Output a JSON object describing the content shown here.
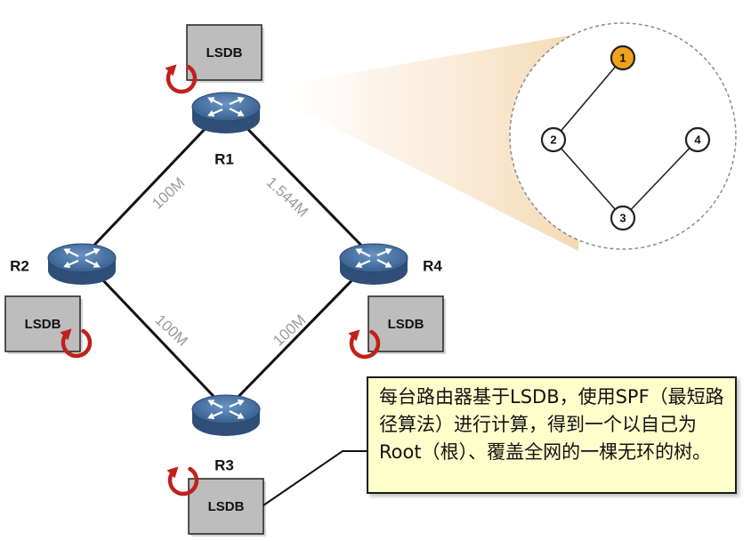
{
  "routers": [
    {
      "id": "R1",
      "label": "R1"
    },
    {
      "id": "R2",
      "label": "R2"
    },
    {
      "id": "R3",
      "label": "R3"
    },
    {
      "id": "R4",
      "label": "R4"
    }
  ],
  "lsdb_label": "LSDB",
  "links": [
    {
      "from": "R1",
      "to": "R2",
      "label": "100M"
    },
    {
      "from": "R1",
      "to": "R4",
      "label": "1.544M"
    },
    {
      "from": "R2",
      "to": "R3",
      "label": "100M"
    },
    {
      "from": "R3",
      "to": "R4",
      "label": "100M"
    }
  ],
  "spf_tree": {
    "nodes": [
      {
        "id": "1",
        "label": "1",
        "root": true
      },
      {
        "id": "2",
        "label": "2",
        "root": false
      },
      {
        "id": "3",
        "label": "3",
        "root": false
      },
      {
        "id": "4",
        "label": "4",
        "root": false
      }
    ],
    "edges": [
      [
        "1",
        "2"
      ],
      [
        "2",
        "3"
      ],
      [
        "3",
        "4"
      ]
    ]
  },
  "colors": {
    "router_body": "#2f4f78",
    "router_top": "#4a74a6",
    "lsdb_fill": "#bdbdbd",
    "cycle_arrow": "#c0211b",
    "root_node": "#f0a21a",
    "callout_fill": "#ffffcc"
  },
  "callout": {
    "text": "每台路由器基于LSDB，使用SPF（最短路径算法）进行计算，得到一个以自己为Root（根）、覆盖全网的一棵无环的树。"
  }
}
